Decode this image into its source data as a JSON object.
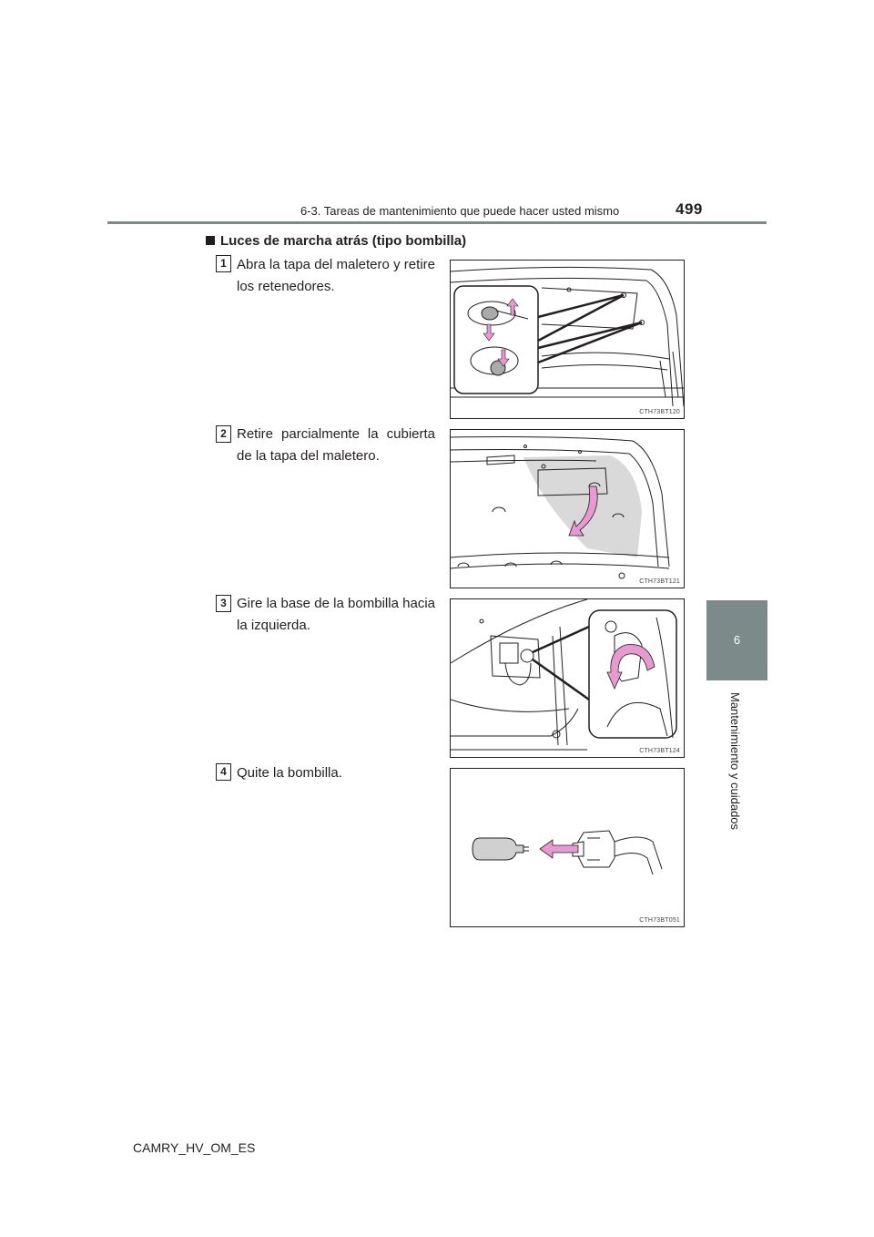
{
  "header": {
    "section": "6-3. Tareas de mantenimiento que puede hacer usted mismo",
    "page_number": "499"
  },
  "side_tab": {
    "chapter_number": "6",
    "chapter_label": "Mantenimiento y cuidados"
  },
  "section_title": "Luces de marcha atrás (tipo bombilla)",
  "steps": [
    {
      "number": "1",
      "text": "Abra la tapa del maletero y retire los retenedores.",
      "figure_code": "CTH73BT120"
    },
    {
      "number": "2",
      "text": "Retire parcialmente la cubierta de la tapa del maletero.",
      "figure_code": "CTH73BT121"
    },
    {
      "number": "3",
      "text": "Gire la base de la bombilla hacia la izquierda.",
      "figure_code": "CTH73BT124"
    },
    {
      "number": "4",
      "text": "Quite la bombilla.",
      "figure_code": "CTH73BT051"
    }
  ],
  "footer": {
    "document_code": "CAMRY_HV_OM_ES"
  },
  "colors": {
    "accent_gray": "#7d8a8a",
    "arrow_pink": "#e79ad0",
    "panel_gray": "#d9d9d9",
    "text": "#231f20"
  }
}
